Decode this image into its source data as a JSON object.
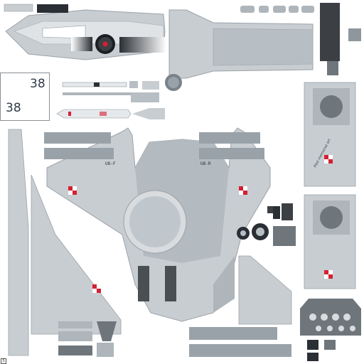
{
  "texture": {
    "tail_number_large": "38",
    "tail_number_small": "38",
    "stencil_left": "U8-F",
    "stencil_right": "U8-R",
    "corner_mark": "S"
  },
  "colors": {
    "camo_light": "#c8cdd1",
    "camo_mid": "#aeb5bb",
    "camo_dark": "#8f979e",
    "panel_line": "#9aa2a9",
    "roundel_red": "#d42033",
    "roundel_white": "#ffffff",
    "navy_text": "#2e3a49",
    "cockpit_grey": "#6f767b"
  }
}
